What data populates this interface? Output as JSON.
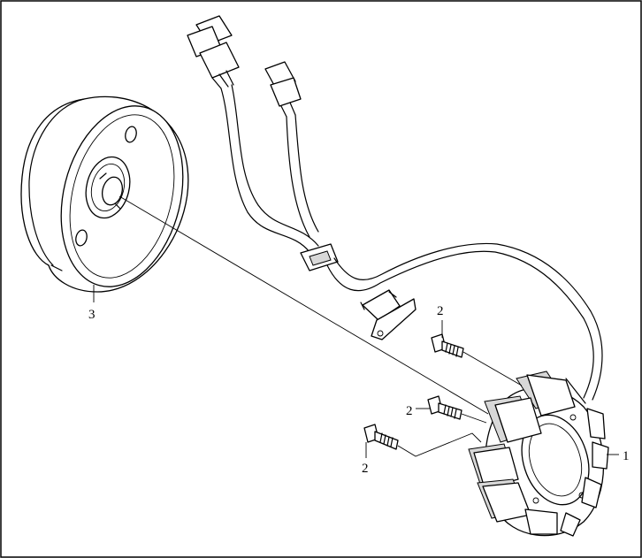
{
  "callouts": [
    {
      "id": "stator",
      "label": "1"
    },
    {
      "id": "bolt-top",
      "label": "2"
    },
    {
      "id": "bolt-middle",
      "label": "2"
    },
    {
      "id": "bolt-lower",
      "label": "2"
    },
    {
      "id": "flywheel",
      "label": "3"
    }
  ]
}
